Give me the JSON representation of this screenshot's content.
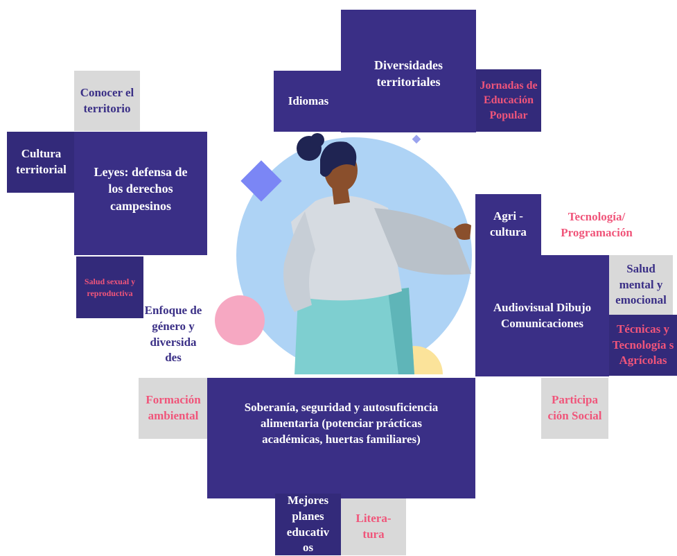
{
  "nodes": {
    "diversidades": "Diversidades territoriales",
    "idiomas": "Idiomas",
    "jornadas": "Jornadas de Educación Popular",
    "conocer": "Conocer el territorio",
    "cultura": "Cultura territorial",
    "leyes": "Leyes: defensa de los derechos campesinos",
    "salud_sexual": "Salud sexual y reproductiva",
    "enfoque": "Enfoque de género y diversida des",
    "agricultura": "Agri - cultura",
    "tecnologia": "Tecnología/ Programación",
    "audiovisual": "Audiovisual Dibujo Comunicaciones",
    "salud_mental": "Salud mental y emocional",
    "tecnicas": "Técnicas y Tecnología s Agrícolas",
    "participacion": "Participa ción Social",
    "formacion": "Formación ambiental",
    "soberania": "Soberanía, seguridad y autosuficiencia alimentaria (potenciar prácticas académicas, huertas familiares)",
    "mejores": "Mejores planes educativ os",
    "literatura": "Litera- tura"
  },
  "colors": {
    "dark_box": "#3a2f86",
    "gray_box": "#d9d9d9",
    "pink_text": "#f0557a",
    "circle": "#aed3f5"
  }
}
